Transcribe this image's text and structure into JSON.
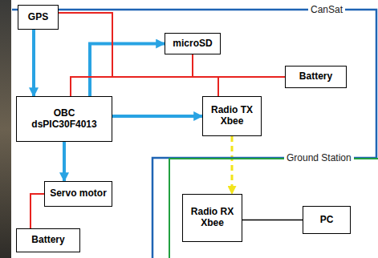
{
  "diagram": {
    "nodes": [
      {
        "text": [
          "CanSat"
        ]
      },
      {
        "text": [
          "GPS"
        ],
        "in": 0
      },
      {
        "text": [
          "microSD"
        ],
        "in": 0
      },
      {
        "text": [
          "Battery"
        ],
        "in": 0
      },
      {
        "text": [
          "OBC dsPIC30F4013"
        ],
        "in": 0
      },
      {
        "text": [
          "Radio TX Xbee"
        ],
        "in": 0
      },
      {
        "text": [
          "Servo motor"
        ],
        "in": 0
      },
      {
        "text": [
          "Battery"
        ],
        "in": 0
      },
      {
        "text": [
          "Ground Station"
        ]
      },
      {
        "text": [
          "Radio RX Xbee"
        ],
        "in": 8
      },
      {
        "text": [
          "PC"
        ],
        "in": 8
      }
    ],
    "edges": [
      {
        "from": 1,
        "to": 4,
        "arrow": "to"
      },
      {
        "from": 4,
        "to": 2,
        "arrow": "to"
      },
      {
        "from": 4,
        "to": 5,
        "arrow": "to"
      },
      {
        "from": 4,
        "to": 6,
        "arrow": "to"
      },
      {
        "from": 5,
        "to": 9,
        "arrow": "to"
      },
      {
        "from": 9,
        "to": 10,
        "arrow": "none"
      },
      {
        "from": 3,
        "to": 1,
        "arrow": "none"
      },
      {
        "from": 3,
        "to": 2,
        "arrow": "none"
      },
      {
        "from": 3,
        "to": 4,
        "arrow": "none"
      },
      {
        "from": 3,
        "to": 5,
        "arrow": "none"
      },
      {
        "from": 7,
        "to": 6,
        "arrow": "none"
      }
    ]
  }
}
